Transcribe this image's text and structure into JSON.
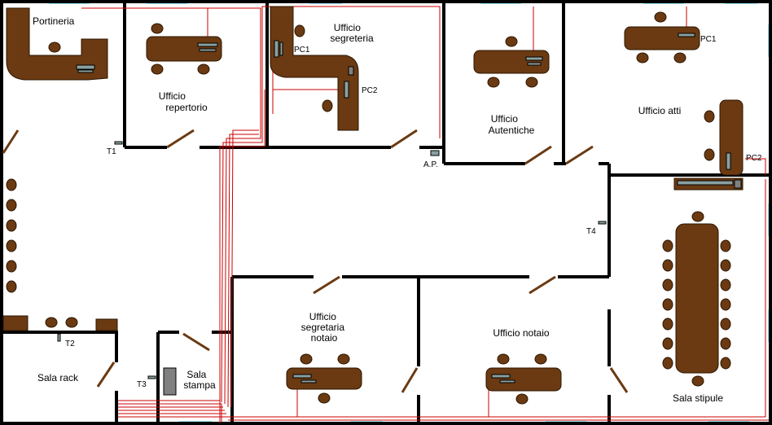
{
  "colors": {
    "background": "#000000",
    "floor": "#ffffff",
    "wall": "#000000",
    "furniture": "#6b3a12",
    "furniture_outline": "#2b1500",
    "cable": "#cc0000",
    "window": "#33ccee",
    "pc": "#8aa0a0",
    "printer": "#808080"
  },
  "rooms": {
    "portineria": "Portineria",
    "repertorio": [
      "Ufficio",
      "repertorio"
    ],
    "segreteria": [
      "Ufficio",
      "segreteria"
    ],
    "autentiche": [
      "Ufficio",
      "Autentiche"
    ],
    "atti": "Ufficio atti",
    "rack": "Sala rack",
    "stampa": [
      "Sala",
      "stampa"
    ],
    "segretaria_notaio": [
      "Ufficio",
      "segretaria",
      "notaio"
    ],
    "notaio": "Ufficio notaio",
    "stipule": "Sala stipule"
  },
  "markers": {
    "pc1_segreteria": "PC1",
    "pc2_segreteria": "PC2",
    "pc1_atti": "PC1",
    "pc2_atti": "PC2",
    "t1": "T1",
    "t2": "T2",
    "t3": "T3",
    "t4": "T4",
    "ap": "A.P."
  }
}
